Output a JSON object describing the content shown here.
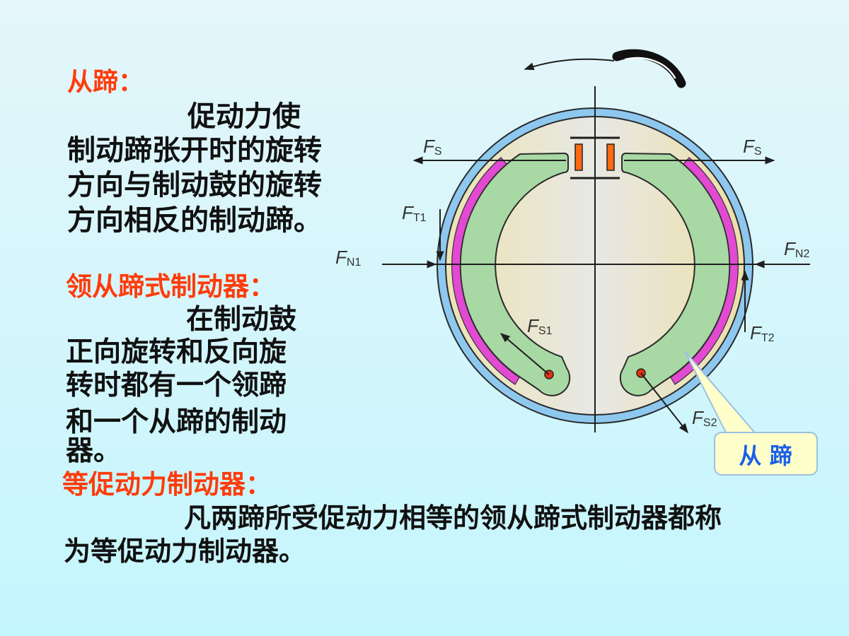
{
  "colors": {
    "background_top": "#e4f6fa",
    "background_bottom": "#c4f6fd",
    "heading": "#ff3b0a",
    "body_text": "#111111",
    "callout_text": "#1a5fe8",
    "callout_fill": "#ffffcc",
    "callout_border": "#9cc0e2",
    "shoe": "#a8d9a4",
    "lining": "#e24ad2",
    "drum_ring": "#8ec8ef",
    "cylinder": "#ff6a13",
    "pivot": "#e8300c"
  },
  "text": {
    "trailing_shoe": {
      "heading": "从蹄：",
      "lines": [
        "促动力使",
        "制动蹄张开时的旋转",
        "方向与制动鼓的旋转",
        "方向相反的制动蹄。"
      ]
    },
    "leading_trailing_brake": {
      "heading": "领从蹄式制动器：",
      "lines": [
        "在制动鼓",
        "正向旋转和反向旋",
        "转时都有一个领蹄",
        "和一个从蹄的制动",
        "器。"
      ]
    },
    "equal_actuation_brake": {
      "heading": "等促动力制动器：",
      "lines": [
        "凡两蹄所受促动力相等的领从蹄式制动器都称",
        "为等促动力制动器。"
      ]
    }
  },
  "diagram": {
    "force_labels": {
      "fs_left": {
        "symbol": "F",
        "subscript": "S"
      },
      "fs_right": {
        "symbol": "F",
        "subscript": "S"
      },
      "ft1": {
        "symbol": "F",
        "subscript": "T1"
      },
      "fn1": {
        "symbol": "F",
        "subscript": "N1"
      },
      "fn2": {
        "symbol": "F",
        "subscript": "N2"
      },
      "fs1": {
        "symbol": "F",
        "subscript": "S1"
      },
      "ft2": {
        "symbol": "F",
        "subscript": "T2"
      },
      "fs2": {
        "symbol": "F",
        "subscript": "S2"
      }
    },
    "callout": {
      "text": "从 蹄"
    }
  }
}
